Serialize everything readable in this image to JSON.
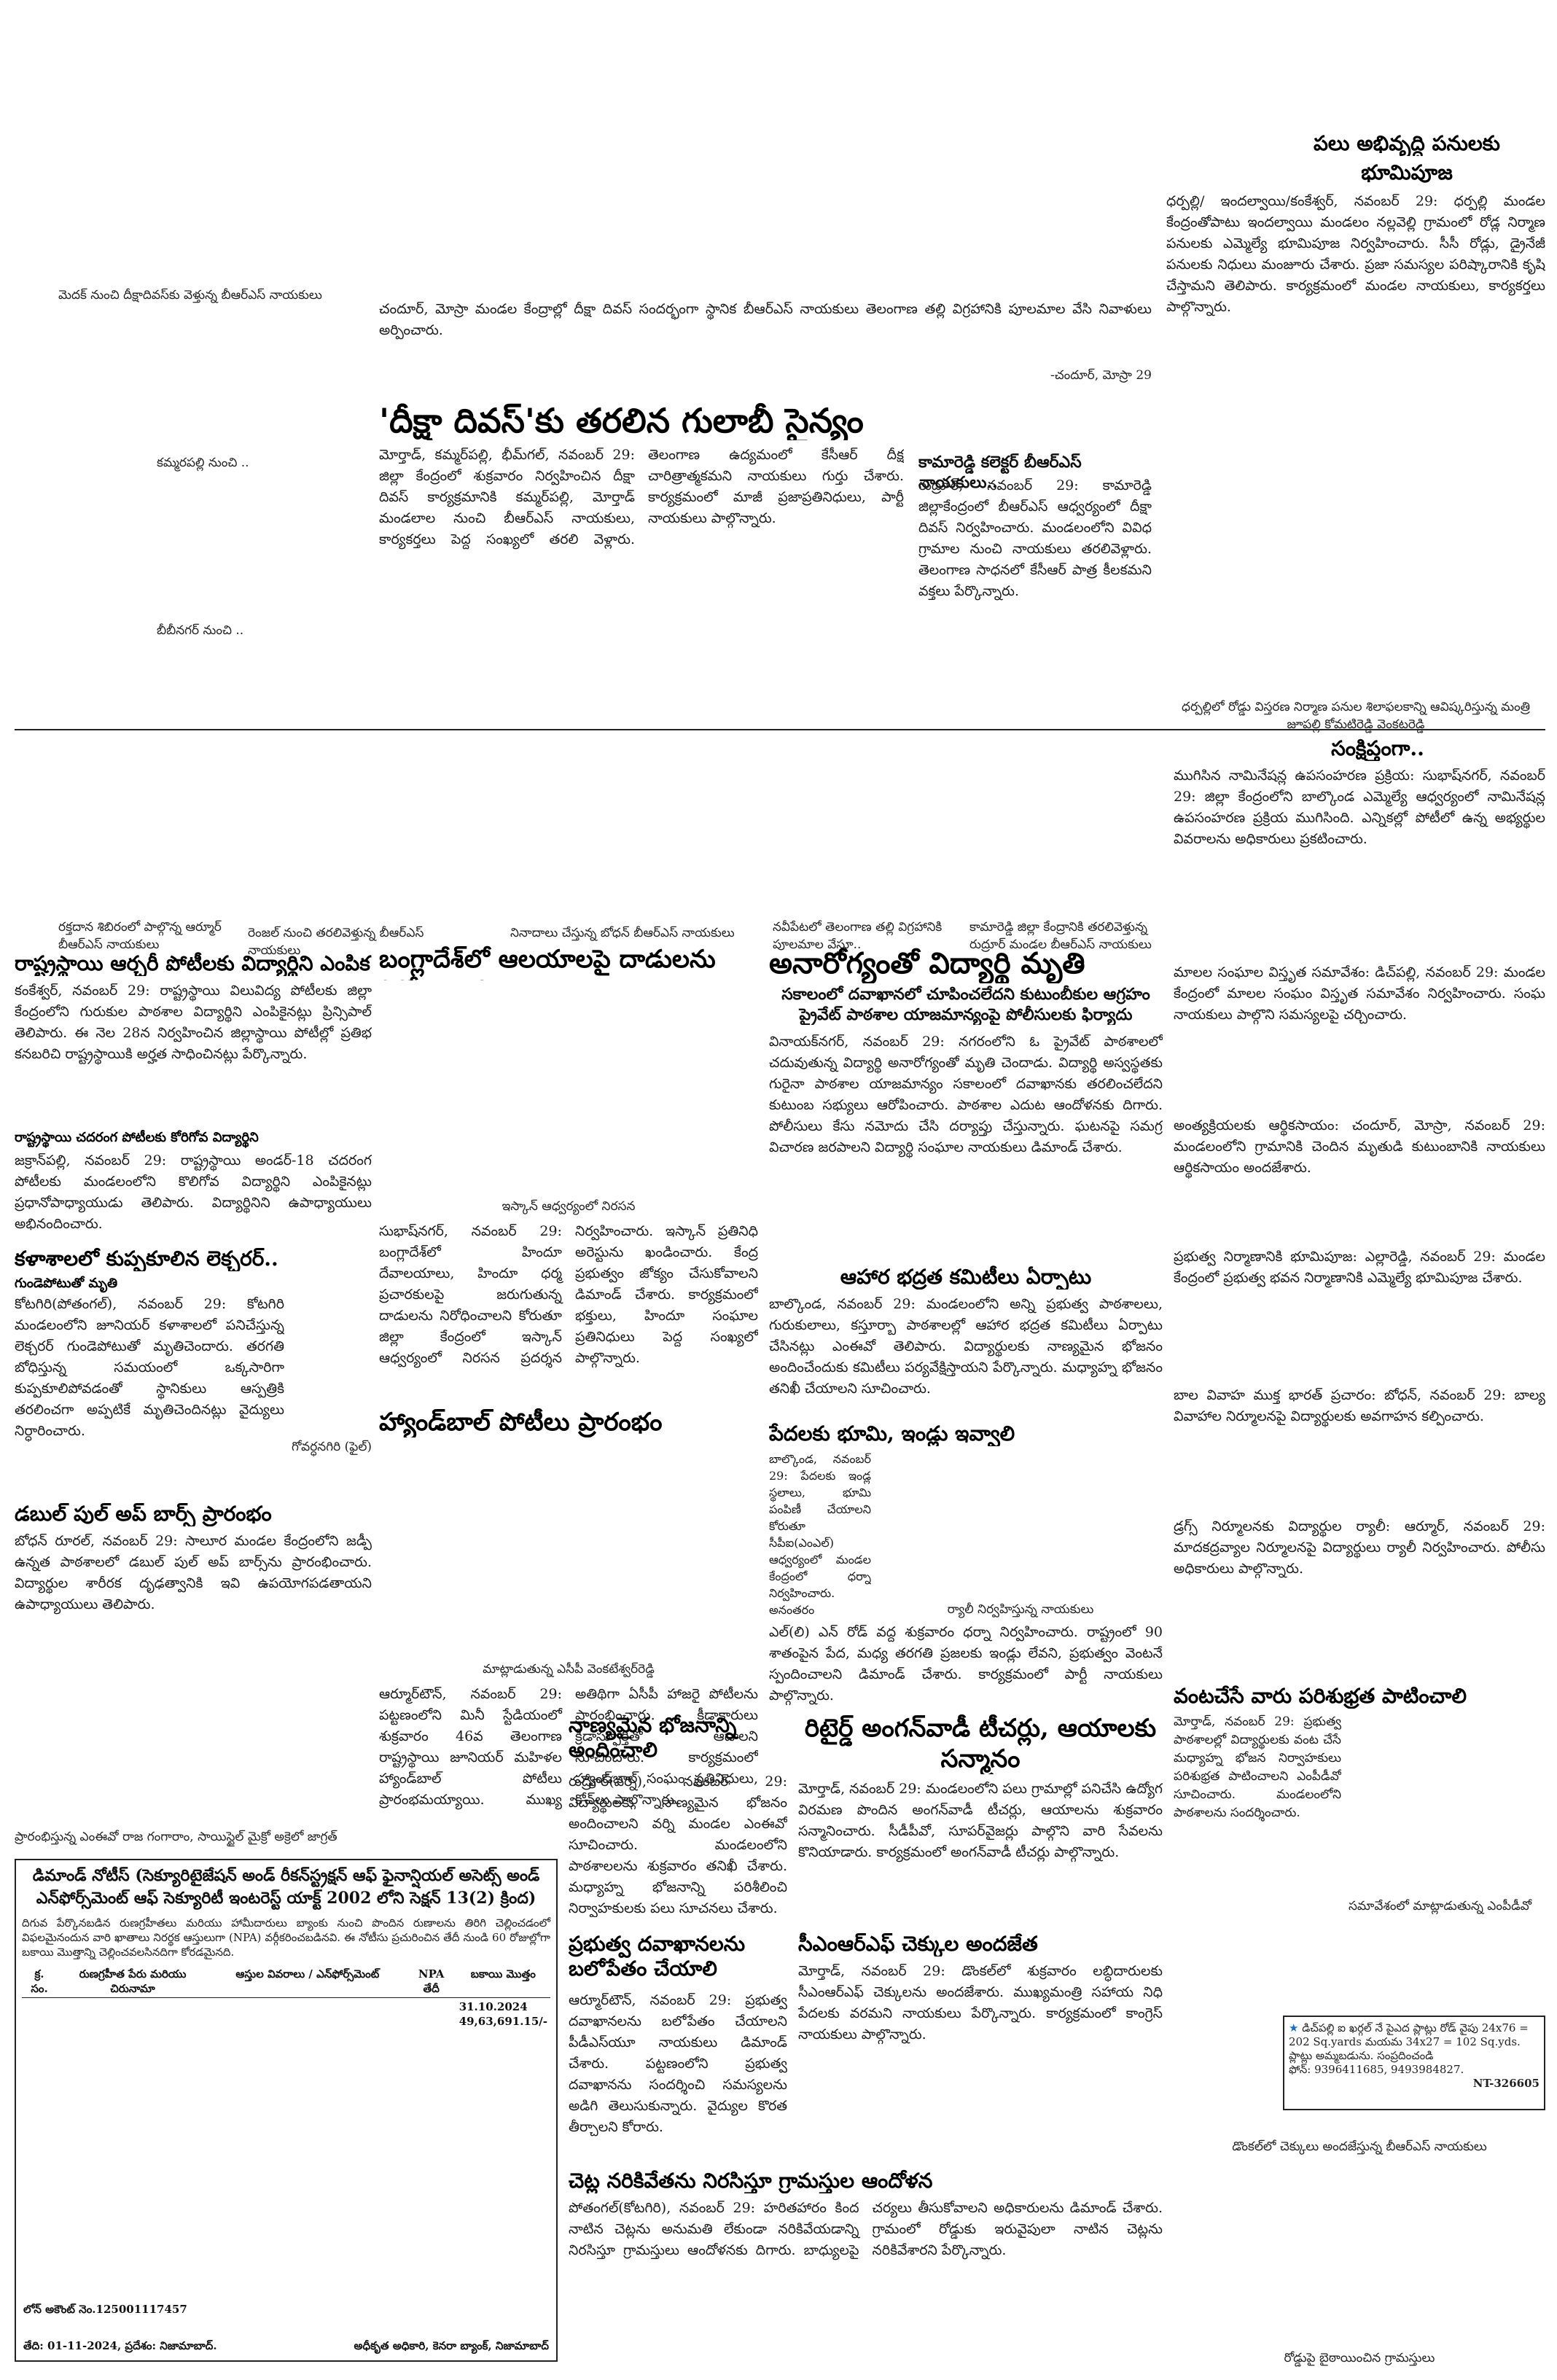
{
  "header_right": {
    "title": "పలు అభివృద్ధి పనులకు",
    "subtitle": "భూమిపూజ",
    "body": "ధర్పల్లి/ ఇందల్వాయి/కంకేశ్వర్, నవంబర్ 29: ధర్పల్లి మండల కేంద్రంతోపాటు ఇందల్వాయి మండలం నల్లవెల్లి గ్రామంలో రోడ్ల నిర్మాణ పనులకు ఎమ్మెల్యే భూమిపూజ నిర్వహించారు. సీసీ రోడ్లు, డ్రైనేజీ పనులకు నిధులు మంజూరు చేశారు. ప్రజా సమస్యల పరిష్కారానికి కృషి చేస్తామని తెలిపారు. కార్యక్రమంలో మండల నాయకులు, కార్యకర్తలు పాల్గొన్నారు."
  },
  "left_captions": {
    "c1": "మెదక్ నుంచి దీక్షాదివస్‌కు వెళ్తున్న బీఆర్ఎస్ నాయకులు",
    "c2": "కమ్మరపల్లి నుంచి ..",
    "c3": "బీబీనగర్ నుంచి .."
  },
  "diksha": {
    "intro": "చందూర్, మోస్రా మండల కేంద్రాల్లో దీక్షా దివస్ సందర్భంగా స్థానిక బీఆర్ఎస్ నాయకులు తెలంగాణ తల్లి విగ్రహానికి పూలమాల వేసి నివాళులు అర్పించారు.",
    "intro_credit": "-చందూర్, మోస్రా 29",
    "headline": "'దీక్షా దివస్'కు తరలిన గులాబీ సైన్యం",
    "body": "మోర్తాడ్, కమ్మర్‌పల్లి, భీమ్‌గల్, నవంబర్ 29: జిల్లా కేంద్రంలో శుక్రవారం నిర్వహించిన దీక్షా దివస్ కార్యక్రమానికి కమ్మర్‌పల్లి, మోర్తాడ్ మండలాల నుంచి బీఆర్ఎస్ నాయకులు, కార్యకర్తలు పెద్ద సంఖ్యలో తరలి వెళ్లారు. తెలంగాణ ఉద్యమంలో కేసీఆర్ దీక్ష చారిత్రాత్మకమని నాయకులు గుర్తు చేశారు. కార్యక్రమంలో మాజీ ప్రజాప్రతినిధులు, పార్టీ నాయకులు పాల్గొన్నారు.",
    "sub1": "కామారెడ్డి కలెక్టర్ బీఆర్ఎస్ నాయకులు..",
    "body2": "రుద్రూర్, నవంబర్ 29: కామారెడ్డి జిల్లాకేంద్రంలో బీఆర్ఎస్ ఆధ్వర్యంలో దీక్షా దివస్ నిర్వహించారు. మండలంలోని వివిధ గ్రామాల నుంచి నాయకులు తరలివెళ్లారు. తెలంగాణ సాధనలో కేసీఆర్ పాత్ర కీలకమని వక్తలు పేర్కొన్నారు."
  },
  "row_captions": {
    "c1": "రక్తదాన శిబిరంలో పాల్గొన్న ఆర్మూర్ బీఆర్ఎస్ నాయకులు",
    "c2": "రెంజల్ నుంచి తరలివెళ్తున్న బీఆర్ఎస్ నాయకులు",
    "c3": "నినాదాలు చేస్తున్న బోధన్ బీఆర్ఎస్ నాయకులు",
    "c4": "నవీపేటలో తెలంగాణ తల్లి విగ్రహానికి పూలమాల వేస్తూ..",
    "c5": "కామారెడ్డి జిల్లా కేంద్రానికి తరలివెళ్తున్న రుద్రూర్ మండల బీఆర్ఎస్ నాయకులు",
    "c6": "ధర్పల్లిలో రోడ్డు విస్తరణ నిర్మాణ పనుల శిలాఫలకాన్ని ఆవిష్కరిస్తున్న మంత్రి జూపల్లి కోమటిరెడ్డి వెంకటరెడ్డి"
  },
  "right_col": {
    "heading": "సంక్షిప్తంగా..",
    "b1": "ముగిసిన నామినేషన్ల ఉపసంహరణ ప్రక్రియ: సుభాష్‌నగర్, నవంబర్ 29: జిల్లా కేంద్రంలోని బాల్కొండ ఎమ్మెల్యే ఆధ్వర్యంలో నామినేషన్ల ఉపసంహరణ ప్రక్రియ ముగిసింది. ఎన్నికల్లో పోటీలో ఉన్న అభ్యర్థుల వివరాలను అధికారులు ప్రకటించారు.",
    "b2": "మాలల సంఘాల విస్తృత సమావేశం: డిచ్‌పల్లి, నవంబర్ 29: మండల కేంద్రంలో మాలల సంఘం విస్తృత సమావేశం నిర్వహించారు. సంఘ నాయకులు పాల్గొని సమస్యలపై చర్చించారు.",
    "b3": "అంత్యక్రియలకు ఆర్థికసాయం: చందూర్, మోస్రా, నవంబర్ 29: మండలంలోని గ్రామానికి చెందిన మృతుడి కుటుంబానికి నాయకులు ఆర్థికసాయం అందజేశారు.",
    "b4": "ప్రభుత్వ నిర్మాణానికి భూమిపూజ: ఎల్లారెడ్డి, నవంబర్ 29: మండల కేంద్రంలో ప్రభుత్వ భవన నిర్మాణానికి ఎమ్మెల్యే భూమిపూజ చేశారు.",
    "b5": "బాల వివాహ ముక్త భారత్ ప్రచారం: బోధన్, నవంబర్ 29: బాల్య వివాహాల నిర్మూలనపై విద్యార్థులకు అవగాహన కల్పించారు.",
    "b6": "డ్రగ్స్ నిర్మూలనకు విద్యార్థుల ర్యాలీ: ఆర్మూర్, నవంబర్ 29: మాదకద్రవ్యాల నిర్మూలనపై విద్యార్థులు ర్యాలీ నిర్వహించారు. పోలీసు అధికారులు పాల్గొన్నారు."
  },
  "archery": {
    "headline": "రాష్ట్రస్థాయి ఆర్చరీ పోటీలకు విద్యార్థిని ఎంపిక",
    "body": "కంకేశ్వర్, నవంబర్ 29: రాష్ట్రస్థాయి విలువిద్య పోటీలకు జిల్లా కేంద్రంలోని గురుకుల పాఠశాల విద్యార్థిని ఎంపికైనట్లు ప్రిన్సిపాల్ తెలిపారు. ఈ నెల 28న నిర్వహించిన జిల్లాస్థాయి పోటీల్లో ప్రతిభ కనబరిచి రాష్ట్రస్థాయికి అర్హత సాధించినట్లు పేర్కొన్నారు.",
    "sub": "రాష్ట్రస్థాయి చదరంగ పోటీలకు కోరిగోవ విద్యార్థిని",
    "body2": "జక్రాన్‌పల్లి, నవంబర్ 29: రాష్ట్రస్థాయి అండర్-18 చదరంగ పోటీలకు మండలంలోని కొలిగోవ విద్యార్థిని ఎంపికైనట్లు ప్రధానోపాధ్యాయుడు తెలిపారు. విద్యార్థినిని ఉపాధ్యాయులు అభినందించారు."
  },
  "lecturer": {
    "headline": "కళాశాలలో కుప్పకూలిన లెక్చరర్..",
    "sub": "గుండెపోటుతో మృతి",
    "body": "కోటగిరి(పోతంగల్), నవంబర్ 29: కోటగిరి మండలంలోని జూనియర్ కళాశాలలో పనిచేస్తున్న లెక్చరర్ గుండెపోటుతో మృతిచెందారు. తరగతి బోధిస్తున్న సమయంలో ఒక్కసారిగా కుప్పకూలిపోవడంతో స్థానికులు ఆస్పత్రికి తరలించగా అప్పటికే మృతిచెందినట్లు వైద్యులు నిర్ధారించారు.",
    "photo_caption": "గోవర్ధనగిరి (ఫైల్)"
  },
  "bars": {
    "headline": "డబుల్ పుల్ అప్ బార్స్ ప్రారంభం",
    "body": "బోధన్ రూరల్, నవంబర్ 29: సాలూర మండల కేంద్రంలోని జడ్పీ ఉన్నత పాఠశాలలో డబుల్ పుల్ అప్ బార్స్‌ను ప్రారంభించారు. విద్యార్థుల శారీరక దృఢత్వానికి ఇవి ఉపయోగపడతాయని ఉపాధ్యాయులు తెలిపారు.",
    "caption": "ప్రారంభిస్తున్న ఎంఈవో రాజ గంగారాం, సాయిస్టైల్ మైక్రో అక్రెలో జాగ్రత్"
  },
  "bangladesh": {
    "headline": "బంగ్లాదేశ్‌లో ఆలయాలపై దాడులను నిరోధించాలి",
    "photo_caption": "ఇస్కాన్ ఆధ్వర్యంలో నిరసన",
    "body": "సుభాష్‌నగర్, నవంబర్ 29: బంగ్లాదేశ్‌లో హిందూ దేవాలయాలు, హిందూ ధర్మ ప్రచారకులపై జరుగుతున్న దాడులను నిరోధించాలని కోరుతూ జిల్లా కేంద్రంలో ఇస్కాన్ ఆధ్వర్యంలో నిరసన ప్రదర్శన నిర్వహించారు. ఇస్కాన్ ప్రతినిధి అరెస్టును ఖండించారు. కేంద్ర ప్రభుత్వం జోక్యం చేసుకోవాలని డిమాండ్ చేశారు. కార్యక్రమంలో భక్తులు, హిందూ సంఘాల ప్రతినిధులు పెద్ద సంఖ్యలో పాల్గొన్నారు."
  },
  "handball": {
    "headline": "హ్యాండ్‌బాల్ పోటీలు ప్రారంభం",
    "photo_caption": "మాట్లాడుతున్న ఎసీపీ వెంకటేశ్వర్‌రెడ్డి",
    "body": "ఆర్మూర్‌టౌన్, నవంబర్ 29: పట్టణంలోని మినీ స్టేడియంలో శుక్రవారం 46వ తెలంగాణ రాష్ట్రస్థాయి జూనియర్ మహిళల హ్యాండ్‌బాల్ పోటీలు ప్రారంభమయ్యాయి. ముఖ్య అతిథిగా ఏసీపీ హాజరై పోటీలను ప్రారంభించారు. క్రీడాకారులు క్రీడాస్ఫూర్తితో ఆడాలని సూచించారు. కార్యక్రమంలో హ్యాండ్‌బాల్ సంఘం ప్రతినిధులు, కోచ్‌లు పాల్గొన్నారు."
  },
  "student_death": {
    "headline": "అనారోగ్యంతో విద్యార్థి మృతి",
    "subheadline": "సకాలంలో దవాఖానలో చూపించలేదని కుటుంబీకుల ఆగ్రహం ప్రైవేట్ పాఠశాల యాజమాన్యంపై పోలీసులకు ఫిర్యాదు",
    "body": "వినాయక్‌నగర్, నవంబర్ 29: నగరంలోని ఓ ప్రైవేట్ పాఠశాలలో చదువుతున్న విద్యార్థి అనారోగ్యంతో మృతి చెందాడు. విద్యార్థి అస్వస్థతకు గురైనా పాఠశాల యాజమాన్యం సకాలంలో దవాఖానకు తరలించలేదని కుటుంబ సభ్యులు ఆరోపించారు. పాఠశాల ఎదుట ఆందోళనకు దిగారు. పోలీసులు కేసు నమోదు చేసి దర్యాప్తు చేస్తున్నారు. ఘటనపై సమగ్ర విచారణ జరపాలని విద్యార్థి సంఘాల నాయకులు డిమాండ్ చేశారు."
  },
  "food_committee": {
    "headline": "ఆహార భద్రత కమిటీలు ఏర్పాటు",
    "body": "బాల్కొండ, నవంబర్ 29: మండలంలోని అన్ని ప్రభుత్వ పాఠశాలలు, గురుకులాలు, కస్తూర్బా పాఠశాలల్లో ఆహార భద్రత కమిటీలు ఏర్పాటు చేసినట్లు ఎంఈవో తెలిపారు. విద్యార్థులకు నాణ్యమైన భోజనం అందించేందుకు కమిటీలు పర్యవేక్షిస్తాయని పేర్కొన్నారు. మధ్యాహ్న భోజనం తనిఖీ చేయాలని సూచించారు."
  },
  "poor_land": {
    "headline": "పేదలకు భూమి, ఇండ్లు ఇవ్వాలి",
    "body": "బాల్కొండ, నవంబర్ 29: పేదలకు ఇండ్ల స్థలాలు, భూమి పంపిణీ చేయాలని కోరుతూ సీపీఐ(ఎంఎల్) ఆధ్వర్యంలో మండల కేంద్రంలో ధర్నా నిర్వహించారు. అనంతరం తహసీల్దార్‌కు వినతిపత్రం అందజేశారు.",
    "photo_caption": "ర్యాలీ నిర్వహిస్తున్న నాయకులు",
    "body2": "ఎల్(లి) ఎన్ రోడ్ వద్ద శుక్రవారం ధర్నా నిర్వహించారు. రాష్ట్రంలో 90 శాతంపైన పేద, మధ్య తరగతి ప్రజలకు ఇండ్లు లేవని, ప్రభుత్వం వెంటనే స్పందించాలని డిమాండ్ చేశారు. కార్యక్రమంలో పార్టీ నాయకులు పాల్గొన్నారు."
  },
  "meal": {
    "headline": "నాణ్యమైన భోజనాన్ని అందించాలి",
    "body": "రుద్రూర్(వర్ని), నవంబర్ 29: విద్యార్థులకు నాణ్యమైన భోజనం అందించాలని వర్ని మండల ఎంఈవో సూచించారు. మండలంలోని పాఠశాలలను శుక్రవారం తనిఖీ చేశారు. మధ్యాహ్న భోజనాన్ని పరిశీలించి నిర్వాహకులకు పలు సూచనలు చేశారు."
  },
  "retired": {
    "headline": "రిటైర్డ్ అంగన్‌వాడీ టీచర్లు, ఆయాలకు సన్మానం",
    "body": "మోర్తాడ్, నవంబర్ 29: మండలంలోని పలు గ్రామాల్లో పనిచేసి ఉద్యోగ విరమణ పొందిన అంగన్‌వాడీ టీచర్లు, ఆయాలను శుక్రవారం సన్మానించారు. సీడీపీవో, సూపర్‌వైజర్లు పాల్గొని వారి సేవలను కొనియాడారు. కార్యక్రమంలో అంగన్‌వాడీ టీచర్లు పాల్గొన్నారు."
  },
  "cooks": {
    "headline": "వంటచేసే వారు పరిశుభ్రత పాటించాలి",
    "body": "మోర్తాడ్, నవంబర్ 29: ప్రభుత్వ పాఠశాలల్లో విద్యార్థులకు వంట చేసే మధ్యాహ్న భోజన నిర్వాహకులు పరిశుభ్రత పాటించాలని ఎంపీడీవో సూచించారు. మండలంలోని పాఠశాలను సందర్శించారు.",
    "photo_caption": "సమావేశంలో మాట్లాడుతున్న ఎంపీడీవో"
  },
  "cmrf": {
    "headline": "సీఎంఆర్ఎఫ్ చెక్కుల అందజేత",
    "body": "మోర్తాడ్, నవంబర్ 29: డొంకల్‌లో శుక్రవారం లబ్ధిదారులకు సీఎంఆర్ఎఫ్ చెక్కులను అందజేశారు. ముఖ్యమంత్రి సహాయ నిధి పేదలకు వరమని నాయకులు పేర్కొన్నారు. కార్యక్రమంలో కాంగ్రెస్ నాయకులు పాల్గొన్నారు."
  },
  "hospitals": {
    "headline": "ప్రభుత్వ దవాఖానలను బలోపేతం చేయాలి",
    "body": "ఆర్మూర్‌టౌన్, నవంబర్ 29: ప్రభుత్వ దవాఖానలను బలోపేతం చేయాలని పీడీఎస్‌యూ నాయకులు డిమాండ్ చేశారు. పట్టణంలోని ప్రభుత్వ దవాఖానను సందర్శించి సమస్యలను అడిగి తెలుసుకున్నారు. వైద్యుల కొరత తీర్చాలని కోరారు."
  },
  "trees": {
    "headline": "చెట్ల నరికివేతను నిరసిస్తూ గ్రామస్తుల ఆందోళన",
    "body": "పోతంగల్(కోటగిరి), నవంబర్ 29: హరితహారం కింద నాటిన చెట్లను అనుమతి లేకుండా నరికివేయడాన్ని నిరసిస్తూ గ్రామస్తులు ఆందోళనకు దిగారు. బాధ్యులపై చర్యలు తీసుకోవాలని అధికారులను డిమాండ్ చేశారు. గ్రామంలో రోడ్డుకు ఇరువైపులా నాటిన చెట్లను నరికివేశారని పేర్కొన్నారు.",
    "photo_caption": "రోడ్డుపై బైఠాయించిన గ్రామస్తులు"
  },
  "notice": {
    "title": "డిమాండ్ నోటీస్ (సెక్యూరిటైజేషన్ అండ్ రీకన్‌స్ట్రక్షన్ ఆఫ్ ఫైనాన్షియల్ అసెట్స్ అండ్ ఎన్‌ఫోర్స్‌మెంట్ ఆఫ్ సెక్యూరిటీ ఇంటరెస్ట్ యాక్ట్ 2002 లోని సెక్షన్ 13(2) క్రింద)",
    "intro": "దిగువ పేర్కొనబడిన రుణగ్రహీతలు మరియు హామీదారులు బ్యాంకు నుంచి పొందిన రుణాలను తిరిగి చెల్లించడంలో విఫలమైనందున వారి ఖాతాలు నిరర్థక ఆస్తులుగా (NPA) వర్గీకరించబడినవి. ఈ నోటీసు ప్రచురించిన తేదీ నుండి 60 రోజుల్లోగా బకాయి మొత్తాన్ని చెల్లించవలసినదిగా కోరడమైనది.",
    "col1": "క్ర. సం.",
    "col2": "రుణగ్రహీత పేరు మరియు చిరునామా",
    "col3": "ఆస్తుల వివరాలు / ఎన్‌ఫోర్స్‌మెంట్",
    "col4": "NPA తేదీ",
    "col5": "బకాయి మొత్తం",
    "amount_date": "31.10.2024",
    "amount": "49,63,691.15/-",
    "loan_no": "లోన్ అకౌంట్ నెం.125001117457",
    "date": "తేది: 01-11-2024, ప్రదేశం: నిజామాబాద్.",
    "signatory": "అధీకృత అధికారి, కెనరా బ్యాంక్, నిజామాబాద్"
  },
  "small_ad": {
    "text": "డిచ్‌పల్లి ఐ ఖర్గల్ నే పైఎద ప్లాట్లు రోడ్ వైపు 24x76 = 202 Sq.yards మయమ 34x27 = 102 Sq.yds. ప్లాట్లు అమ్మబడును. సంప్రదించండి",
    "phone": "ఫోన్: 9396411685, 9493984827.",
    "code": "NT-326605"
  },
  "bottom_caption": "డొంకల్‌లో చెక్కులు అందజేస్తున్న బీఆర్ఎస్ నాయకులు"
}
